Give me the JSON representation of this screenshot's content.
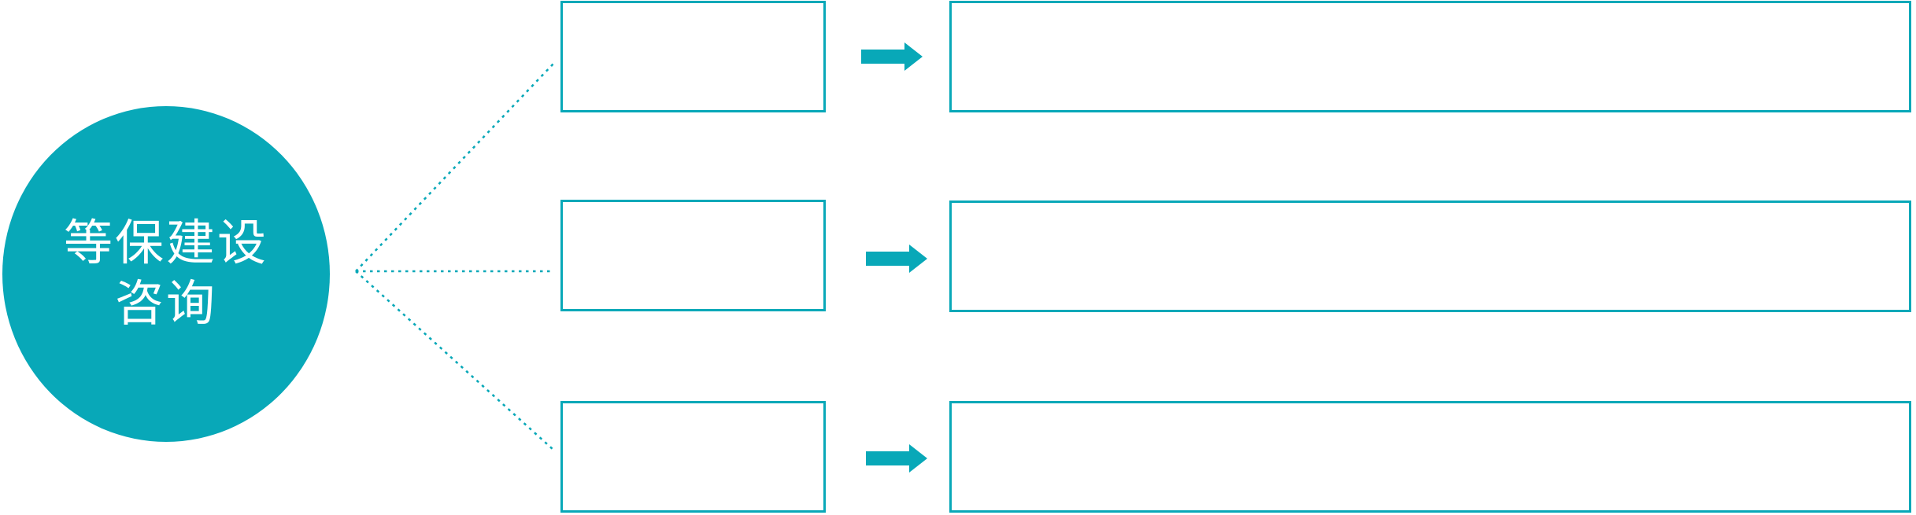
{
  "diagram": {
    "hub": {
      "full_label": "等保建设咨询",
      "line1": "等保建设",
      "line2": "咨询"
    },
    "rows": [
      {
        "category_label": "",
        "description": ""
      },
      {
        "category_label": "",
        "description": ""
      },
      {
        "category_label": "",
        "description": ""
      }
    ],
    "colors": {
      "accent": "#08a8b8",
      "hub_text": "#ffffff",
      "background": "#ffffff"
    }
  }
}
